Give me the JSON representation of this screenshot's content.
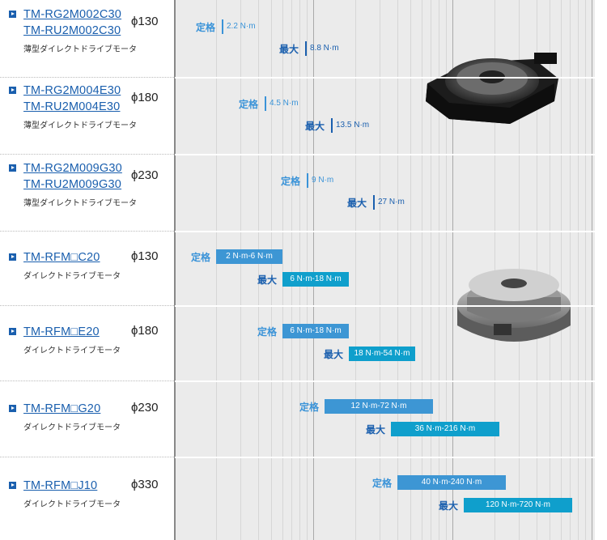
{
  "unit_rated": "定格",
  "unit_max": "最大",
  "colors": {
    "rated": "#3d96d4",
    "max": "#0f9fcc",
    "link": "#1a5fae"
  },
  "images": {
    "product_1": "thin-direct-drive-motor-photo",
    "product_2": "direct-drive-motor-photo"
  },
  "products": [
    {
      "models": [
        "TM-RG2M002C30",
        "TM-RU2M002C30"
      ],
      "diameter": "ϕ130",
      "description": "薄型ダイレクトドライブモータ",
      "rated": {
        "value": 2.2,
        "label": "2.2 N·m"
      },
      "max": {
        "value": 8.8,
        "label": "8.8 N·m"
      }
    },
    {
      "models": [
        "TM-RG2M004E30",
        "TM-RU2M004E30"
      ],
      "diameter": "ϕ180",
      "description": "薄型ダイレクトドライブモータ",
      "rated": {
        "value": 4.5,
        "label": "4.5 N·m"
      },
      "max": {
        "value": 13.5,
        "label": "13.5 N·m"
      }
    },
    {
      "models": [
        "TM-RG2M009G30",
        "TM-RU2M009G30"
      ],
      "diameter": "ϕ230",
      "description": "薄型ダイレクトドライブモータ",
      "rated": {
        "value": 9,
        "label": "9 N·m"
      },
      "max": {
        "value": 27,
        "label": "27 N·m"
      }
    },
    {
      "models": [
        "TM-RFM□C20"
      ],
      "diameter": "ϕ130",
      "description": "ダイレクトドライブモータ",
      "rated": {
        "from": 2,
        "to": 6,
        "label": "2 N·m-6 N·m"
      },
      "max": {
        "from": 6,
        "to": 18,
        "label": "6 N·m-18 N·m"
      }
    },
    {
      "models": [
        "TM-RFM□E20"
      ],
      "diameter": "ϕ180",
      "description": "ダイレクトドライブモータ",
      "rated": {
        "from": 6,
        "to": 18,
        "label": "6 N·m-18 N·m"
      },
      "max": {
        "from": 18,
        "to": 54,
        "label": "18 N·m-54 N·m"
      }
    },
    {
      "models": [
        "TM-RFM□G20"
      ],
      "diameter": "ϕ230",
      "description": "ダイレクトドライブモータ",
      "rated": {
        "from": 12,
        "to": 72,
        "label": "12 N·m-72 N·m"
      },
      "max": {
        "from": 36,
        "to": 216,
        "label": "36 N·m-216 N·m"
      }
    },
    {
      "models": [
        "TM-RFM□J10"
      ],
      "diameter": "ϕ330",
      "description": "ダイレクトドライブモータ",
      "rated": {
        "from": 40,
        "to": 240,
        "label": "40 N·m-240 N·m"
      },
      "max": {
        "from": 120,
        "to": 720,
        "label": "120 N·m-720 N·m"
      }
    }
  ]
}
